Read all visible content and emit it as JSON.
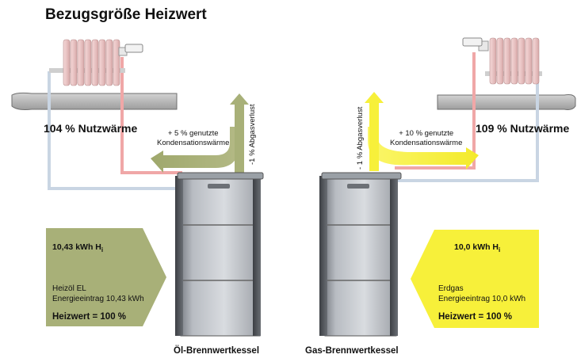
{
  "title": "Bezugsgröße Heizwert",
  "left": {
    "nutzwaerme": "104 % Nutzwärme",
    "kondensation": "+ 5 % genutzte\nKondensationswärme",
    "abgasverlust": "-1 % Abgasverlust",
    "kwh": "10,43 kWh H",
    "kwh_sub": "i",
    "fuel": "Heizöl EL",
    "energieeintrag": "Energieeintrag 10,43 kWh",
    "heizwert": "Heizwert = 100 %",
    "caption": "Öl-Brennwertkessel"
  },
  "right": {
    "nutzwaerme": "109 % Nutzwärme",
    "kondensation": "+ 10 % genutzte\nKondensationswärme",
    "abgasverlust": "- 1 % Abgasverlust",
    "kwh": "10,0 kWh H",
    "kwh_sub": "i",
    "fuel": "Erdgas",
    "energieeintrag": "Energieeintrag 10,0 kWh",
    "heizwert": "Heizwert = 100 %",
    "caption": "Gas-Brennwertkessel"
  },
  "colors": {
    "oil_arrow": "#a8b078",
    "gas_arrow": "#f7f03a",
    "pipe_cold": "#c9d5e3",
    "pipe_hot": "#f0a7a7",
    "floor": "#b8b8b8"
  }
}
